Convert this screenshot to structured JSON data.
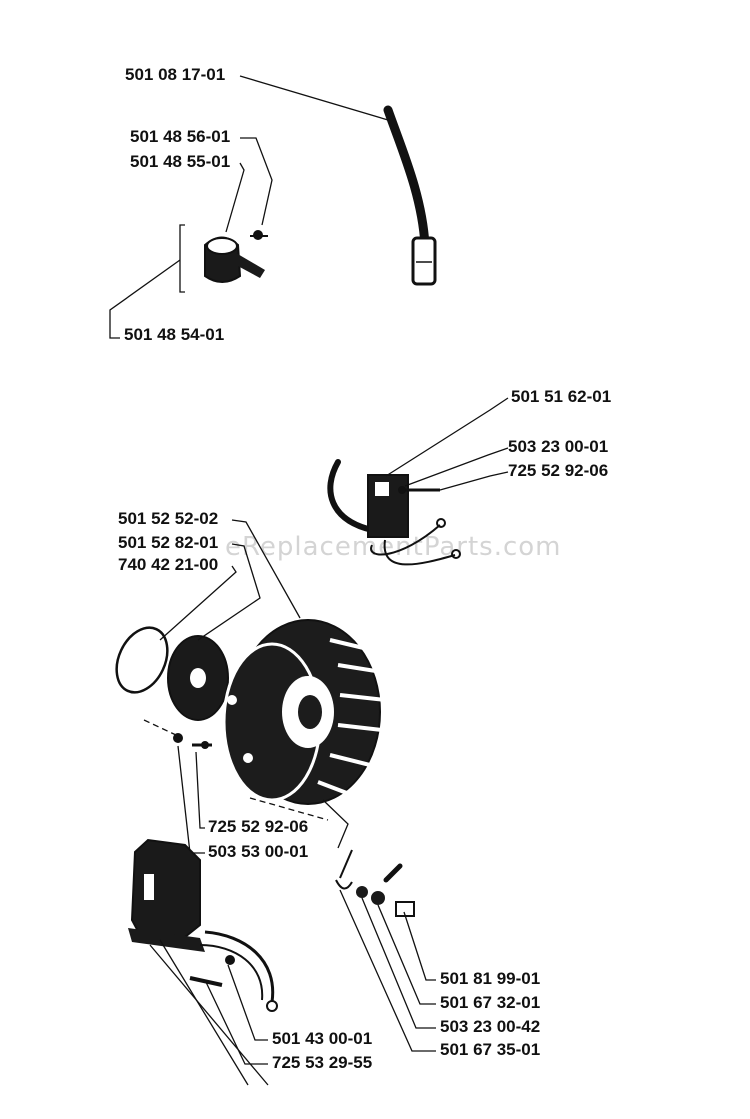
{
  "labels": {
    "hv_lead": "501 08 17-01",
    "bracket_a": "501 48 56-01",
    "bracket_b": "501 48 55-01",
    "bracket_assy": "501 48 54-01",
    "module_top": "501 51 62-01",
    "washer_top": "503 23 00-01",
    "screw_top": "725 52 92-06",
    "flywheel": "501 52 52-02",
    "hub": "501 52 82-01",
    "oring": "740 42 21-00",
    "screw_mid": "725 52 92-06",
    "washer_mid": "503 53 00-01",
    "p1": "501 81 99-01",
    "p2": "501 67 32-01",
    "p3": "503 23 00-42",
    "p4": "501 67 35-01",
    "coil": "501 43 00-01",
    "coil_screw": "725 53 29-55"
  },
  "watermark": "eReplacementParts.com",
  "colors": {
    "ink": "#111111",
    "paper": "#ffffff",
    "watermark": "#d4d4d4"
  }
}
